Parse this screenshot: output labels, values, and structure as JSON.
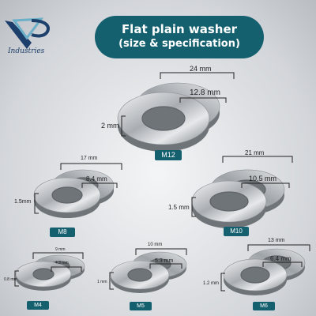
{
  "brand": {
    "name": "Industries",
    "logo": "vp-monogram-logo",
    "accent": "#15606f"
  },
  "title": {
    "line1": "Flat plain washer",
    "line2": "(size & specification)"
  },
  "washers": [
    {
      "size": "M12",
      "outer": "24 mm",
      "inner": "12.8 mm",
      "thickness": "2 mm"
    },
    {
      "size": "M8",
      "outer": "17 mm",
      "inner": "8.4 mm",
      "thickness": "1.5mm"
    },
    {
      "size": "M10",
      "outer": "21 mm",
      "inner": "10.5 mm",
      "thickness": "1.5 mm"
    },
    {
      "size": "M4",
      "outer": "9 mm",
      "inner": "4.3 mm",
      "thickness": "0.8 mm"
    },
    {
      "size": "M5",
      "outer": "10 mm",
      "inner": "5.3 mm",
      "thickness": "1 mm"
    },
    {
      "size": "M6",
      "outer": "13 mm",
      "inner": "6.4 mm",
      "thickness": "1.2 mm"
    }
  ]
}
